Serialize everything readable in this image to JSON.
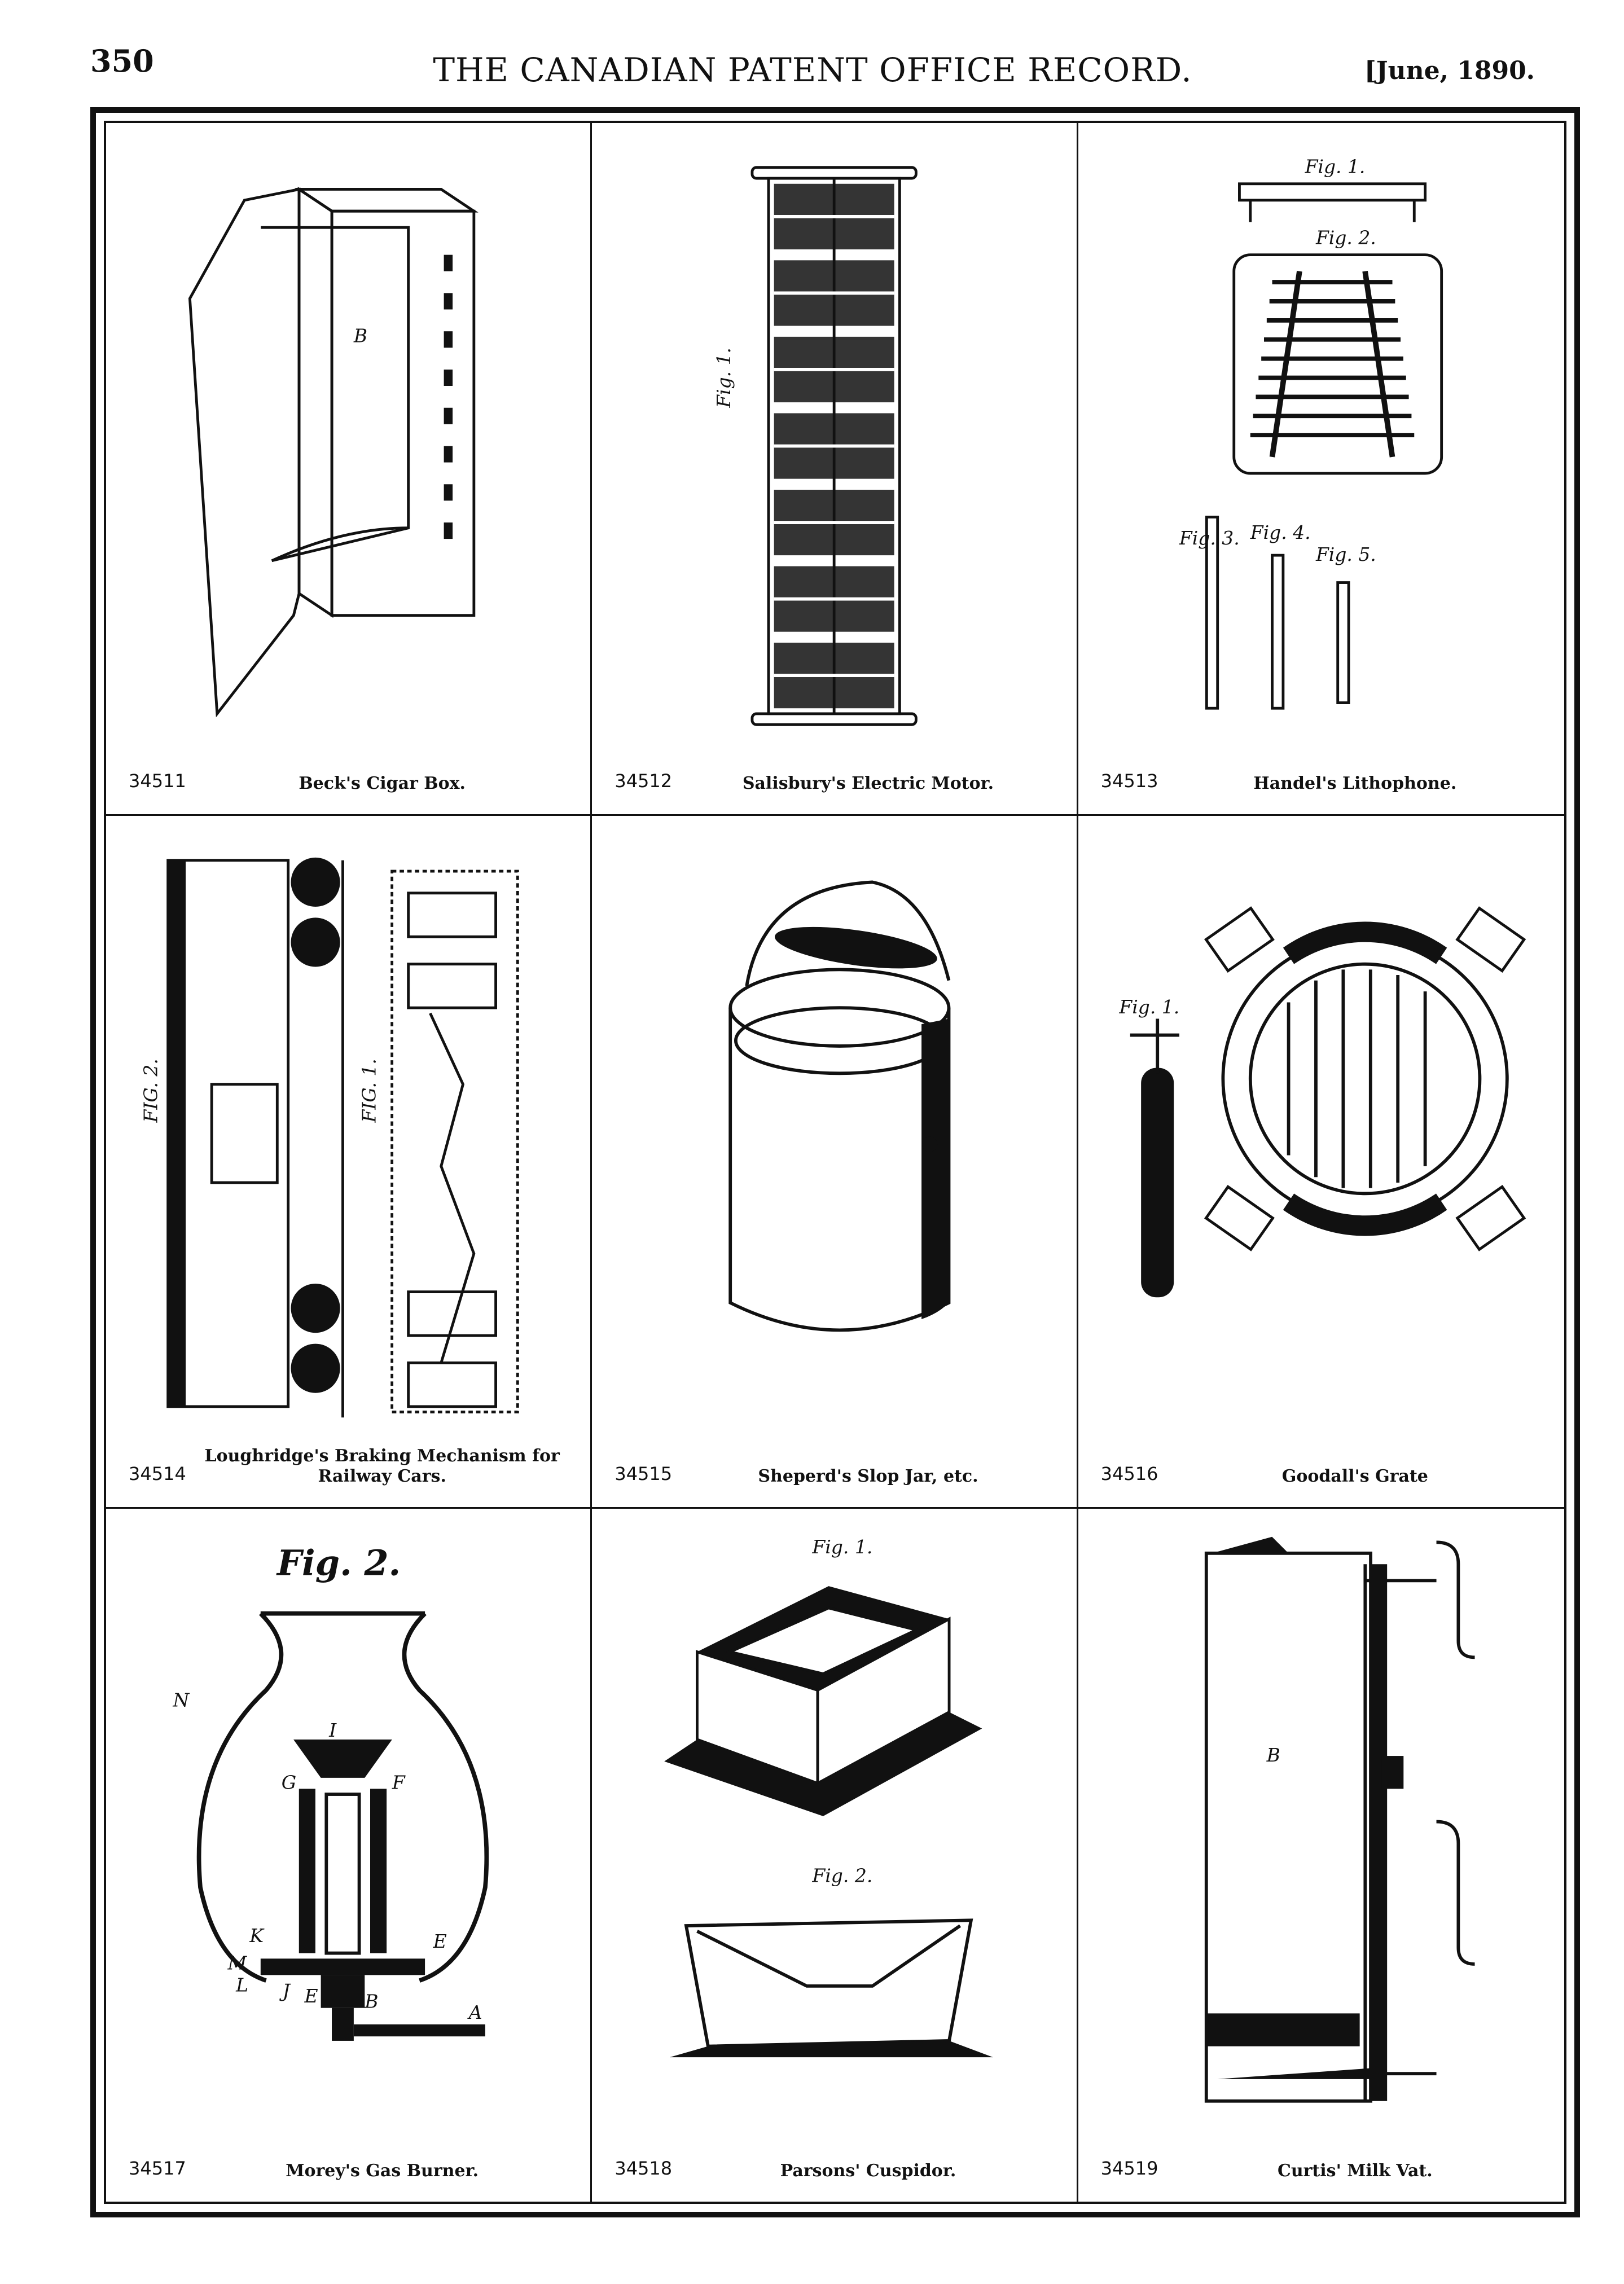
{
  "header": {
    "page_number": "350",
    "title": "THE CANADIAN PATENT OFFICE RECORD.",
    "date": "[June, 1890."
  },
  "cells": [
    {
      "number": "34511",
      "title": "Beck's Cigar Box.",
      "figure_labels": [
        "B"
      ]
    },
    {
      "number": "34512",
      "title": "Salisbury's Electric Motor.",
      "figure_labels": [
        "Fig. 1."
      ]
    },
    {
      "number": "34513",
      "title": "Handel's Lithophone.",
      "figure_labels": [
        "Fig. 1.",
        "Fig. 2.",
        "Fig. 3.",
        "Fig. 4.",
        "Fig. 5."
      ]
    },
    {
      "number": "34514",
      "title": "Loughridge's Braking Mechanism for Railway Cars.",
      "figure_labels": [
        "FIG. 2.",
        "FIG. 1."
      ]
    },
    {
      "number": "34515",
      "title": "Sheperd's Slop Jar, etc.",
      "figure_labels": []
    },
    {
      "number": "34516",
      "title": "Goodall's Grate",
      "figure_labels": [
        "Fig. 1."
      ]
    },
    {
      "number": "34517",
      "title": "Morey's Gas Burner.",
      "figure_labels": [
        "Fig. 2.",
        "I",
        "G",
        "F",
        "E",
        "K",
        "M",
        "L",
        "J",
        "E",
        "B",
        "A",
        "N"
      ]
    },
    {
      "number": "34518",
      "title": "Parsons' Cuspidor.",
      "figure_labels": [
        "Fig. 1.",
        "Fig. 2."
      ]
    },
    {
      "number": "34519",
      "title": "Curtis' Milk Vat.",
      "figure_labels": [
        "B"
      ]
    }
  ]
}
